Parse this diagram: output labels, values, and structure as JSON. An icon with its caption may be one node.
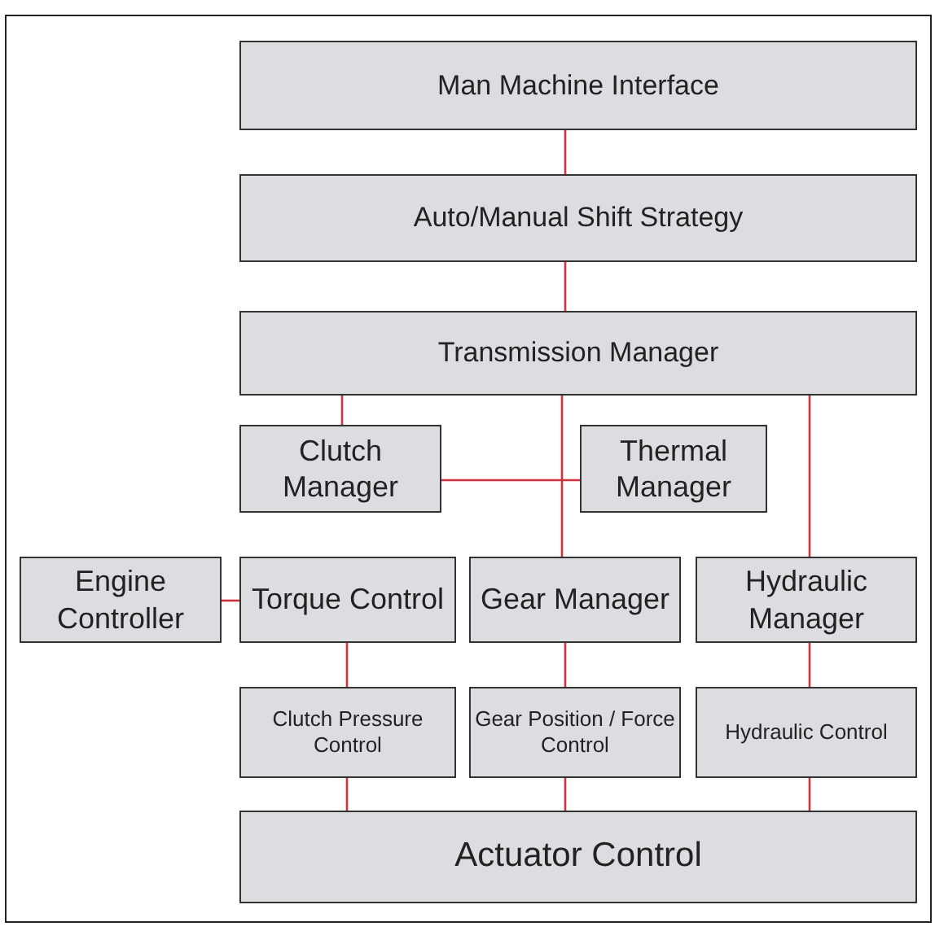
{
  "diagram": {
    "nodes": [
      {
        "text": [
          "Man Machine Interface"
        ]
      },
      {
        "text": [
          "Auto/Manual Shift Strategy"
        ]
      },
      {
        "text": [
          "Transmission Manager"
        ]
      },
      {
        "text": [
          "Clutch Manager"
        ]
      },
      {
        "text": [
          "Thermal Manager"
        ]
      },
      {
        "text": [
          "Engine Controller"
        ]
      },
      {
        "text": [
          "Torque Control"
        ]
      },
      {
        "text": [
          "Gear Manager"
        ]
      },
      {
        "text": [
          "Hydraulic Manager"
        ]
      },
      {
        "text": [
          "Clutch Pressure Control"
        ]
      },
      {
        "text": [
          "Gear Position / Force Control"
        ]
      },
      {
        "text": [
          "Hydraulic Control"
        ]
      },
      {
        "text": [
          "Actuator Control"
        ]
      }
    ],
    "edges": [
      {
        "from": 0,
        "to": 1,
        "arrow": "none"
      },
      {
        "from": 1,
        "to": 2,
        "arrow": "none"
      },
      {
        "from": 2,
        "to": 3,
        "arrow": "none"
      },
      {
        "from": 2,
        "to": 7,
        "arrow": "none"
      },
      {
        "from": 2,
        "to": 8,
        "arrow": "none"
      },
      {
        "from": 3,
        "to": 4,
        "arrow": "none"
      },
      {
        "from": 5,
        "to": 6,
        "arrow": "none"
      },
      {
        "from": 6,
        "to": 9,
        "arrow": "none"
      },
      {
        "from": 7,
        "to": 10,
        "arrow": "none"
      },
      {
        "from": 8,
        "to": 11,
        "arrow": "none"
      },
      {
        "from": 9,
        "to": 12,
        "arrow": "none"
      },
      {
        "from": 10,
        "to": 12,
        "arrow": "none"
      },
      {
        "from": 11,
        "to": 12,
        "arrow": "none"
      }
    ]
  }
}
